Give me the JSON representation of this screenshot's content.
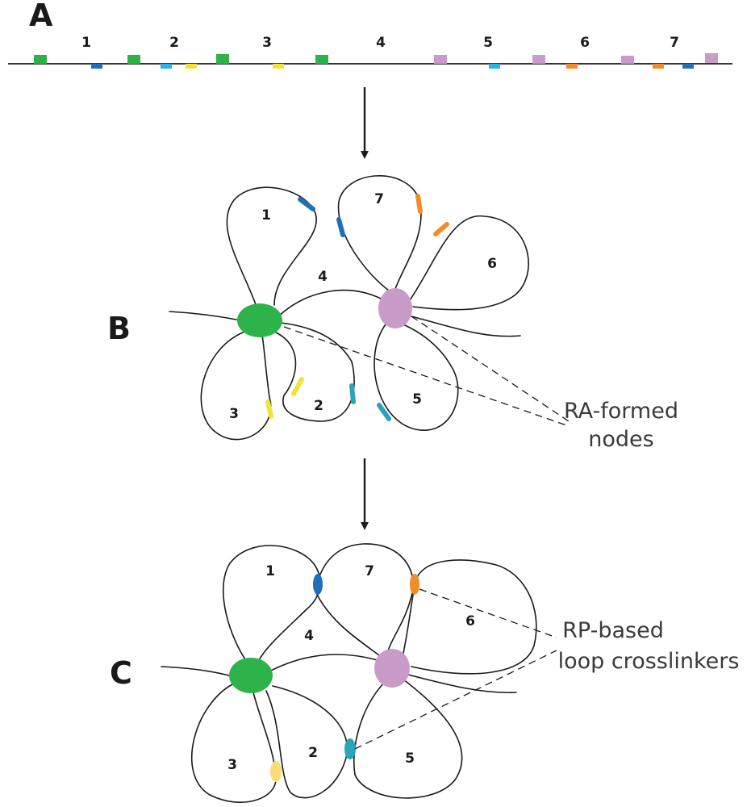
{
  "colors": {
    "green": "#2db34a",
    "pink": "#c99bc9",
    "dark_blue": "#1f6fb8",
    "light_blue": "#29b3e6",
    "yellow": "#f2e33b",
    "orange": "#f28c28",
    "teal": "#2ba3b8",
    "light_yellow": "#f7dc7a",
    "line": "#1a1a1a"
  },
  "panels": {
    "a": {
      "letter": "A",
      "loop_labels": [
        "1",
        "2",
        "3",
        "4",
        "5",
        "6",
        "7"
      ]
    },
    "b": {
      "letter": "B",
      "loop_labels": [
        "1",
        "2",
        "3",
        "4",
        "5",
        "6",
        "7"
      ],
      "callout_line1": "RA-formed",
      "callout_line2": "nodes"
    },
    "c": {
      "letter": "C",
      "loop_labels": [
        "1",
        "2",
        "3",
        "4",
        "5",
        "6",
        "7"
      ],
      "callout_line1": "RP-based",
      "callout_line2": "loop crosslinkers"
    }
  },
  "markers_a": [
    "green",
    "dark_blue",
    "green",
    "light_blue",
    "yellow",
    "green",
    "yellow",
    "green",
    "pink",
    "light_blue",
    "pink",
    "orange",
    "pink",
    "orange",
    "dark_blue",
    "pink"
  ],
  "icons": [
    "arrow-down-icon",
    "arrow-down-icon"
  ]
}
